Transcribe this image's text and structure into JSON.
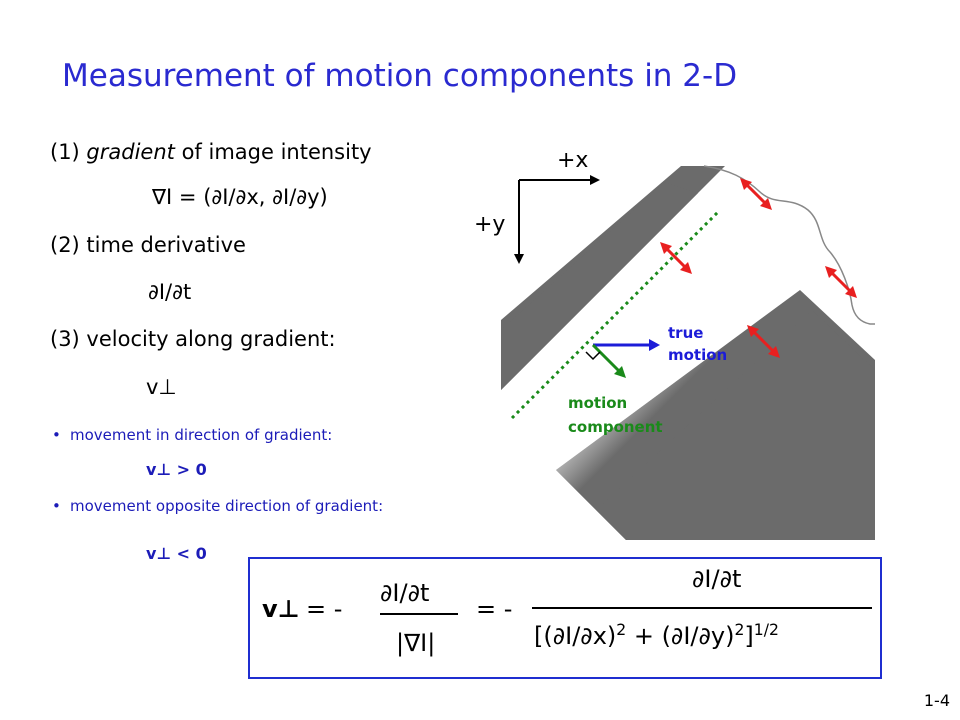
{
  "title": "Measurement of motion components in 2-D",
  "items": {
    "item1_prefix": "(1) ",
    "item1_italic": "gradient",
    "item1_rest": " of image intensity",
    "item1_formula": "∇I = (∂I/∂x, ∂I/∂y)",
    "item2": "(2) time derivative",
    "item2_formula": "∂I/∂t",
    "item3": "(3) velocity along gradient:",
    "item3_formula": "v⊥",
    "bullet1": "movement in direction of gradient:",
    "bullet1_formula": "v⊥ > 0",
    "bullet2": "movement opposite direction of gradient:",
    "bullet2_formula": "v⊥ < 0",
    "bullet_glyph": "•"
  },
  "diagram": {
    "x_axis_label": "+x",
    "y_axis_label": "+y",
    "true_motion_line1": "true",
    "true_motion_line2": "motion",
    "motion_component_line1": "motion",
    "motion_component_line2": "component",
    "colors": {
      "arrow_red": "#e82020",
      "true_motion_blue": "#1c1cd8",
      "motion_component_green": "#1a8a1a",
      "dotted_line_green": "#1a8a1a",
      "bar_gray": "#6b6b6b"
    }
  },
  "formula": {
    "lhs": "v⊥",
    "eq1": "= -",
    "num1": "∂I/∂t",
    "den1": "|∇I|",
    "eq2": "= -",
    "num2": "∂I/∂t",
    "den2_a": "[(∂I/∂x)",
    "den2_sup1": "2",
    "den2_b": " + (∂I/∂y)",
    "den2_sup2": "2",
    "den2_c": "]",
    "den2_sup3": "1/2"
  },
  "page_number": "1-4"
}
